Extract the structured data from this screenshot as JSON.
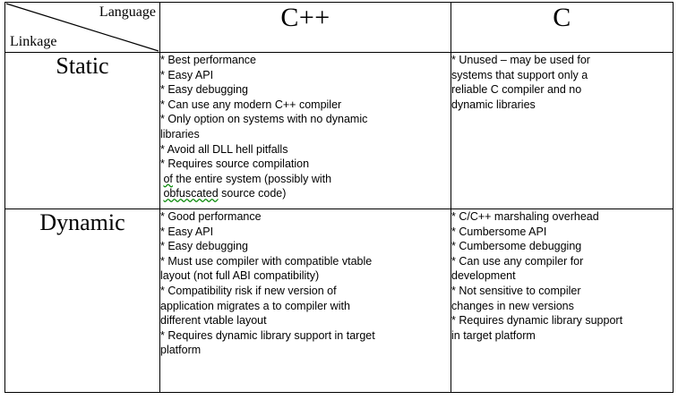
{
  "table": {
    "corner": {
      "language_label": "Language",
      "linkage_label": "Linkage"
    },
    "columns": [
      {
        "key": "cpp",
        "label": "C++"
      },
      {
        "key": "c",
        "label": "C"
      }
    ],
    "rows": [
      {
        "key": "static",
        "label": "Static",
        "cells": {
          "cpp": [
            {
              "text": "* Best performance"
            },
            {
              "text": "* Easy API"
            },
            {
              "text": "* Easy debugging"
            },
            {
              "text": "* Can use any modern C++ compiler"
            },
            {
              "text": "* Only option on systems with no dynamic",
              "cont": "libraries"
            },
            {
              "text": "* Avoid all DLL hell pitfalls"
            },
            {
              "text": "* Requires source compilation",
              "cont": " of the entire system (possibly with",
              "cont2": " obfuscated source code)",
              "misspelled": [
                "of",
                "obfuscated"
              ]
            }
          ],
          "c": [
            {
              "text": "* Unused – may be used for",
              "cont": "systems that support only a",
              "cont2": "reliable C compiler and no",
              "cont3": "dynamic libraries"
            }
          ]
        }
      },
      {
        "key": "dynamic",
        "label": "Dynamic",
        "cells": {
          "cpp": [
            {
              "text": "* Good performance"
            },
            {
              "text": "* Easy API"
            },
            {
              "text": "* Easy debugging"
            },
            {
              "text": "* Must use compiler with compatible vtable",
              "cont": "layout (not full ABI compatibility)"
            },
            {
              "text": "* Compatibility  risk if new version of",
              "cont": "application  migrates a to compiler with",
              "cont2": "different vtable  layout"
            },
            {
              "text": "* Requires dynamic library support in target",
              "cont": "platform"
            }
          ],
          "c": [
            {
              "text": "* C/C++ marshaling overhead"
            },
            {
              "text": "* Cumbersome API"
            },
            {
              "text": "* Cumbersome debugging"
            },
            {
              "text": "* Can use any compiler for",
              "cont": "development"
            },
            {
              "text": "* Not sensitive to compiler",
              "cont": "changes in new versions"
            },
            {
              "text": "* Requires dynamic library support",
              "cont": "in target platform"
            }
          ]
        }
      }
    ]
  },
  "style": {
    "border_color": "#000000",
    "text_color": "#000000",
    "background": "#ffffff",
    "spellcheck_underline": "#0a8a0a"
  }
}
